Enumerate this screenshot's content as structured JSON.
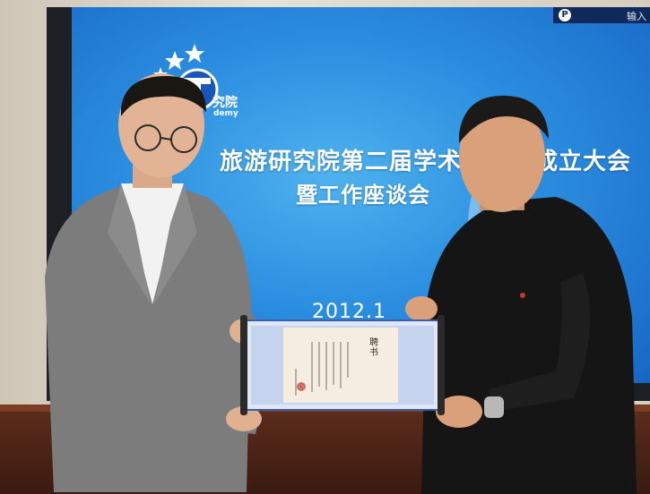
{
  "screen": {
    "title_line1": "旅游研究院第二届学术委员会成立大会",
    "title_line2": "暨工作座谈会",
    "date": "2012.1",
    "logo_text": "究院",
    "logo_subtext": "demy",
    "topbar_label": "输入",
    "topbar_icon_glyph": "P"
  },
  "scroll": {
    "heading": "聘书"
  },
  "colors": {
    "screen_blue": "#2b8ee0",
    "table_brown": "#4a2416",
    "scroll_border": "#3c5fa8"
  }
}
